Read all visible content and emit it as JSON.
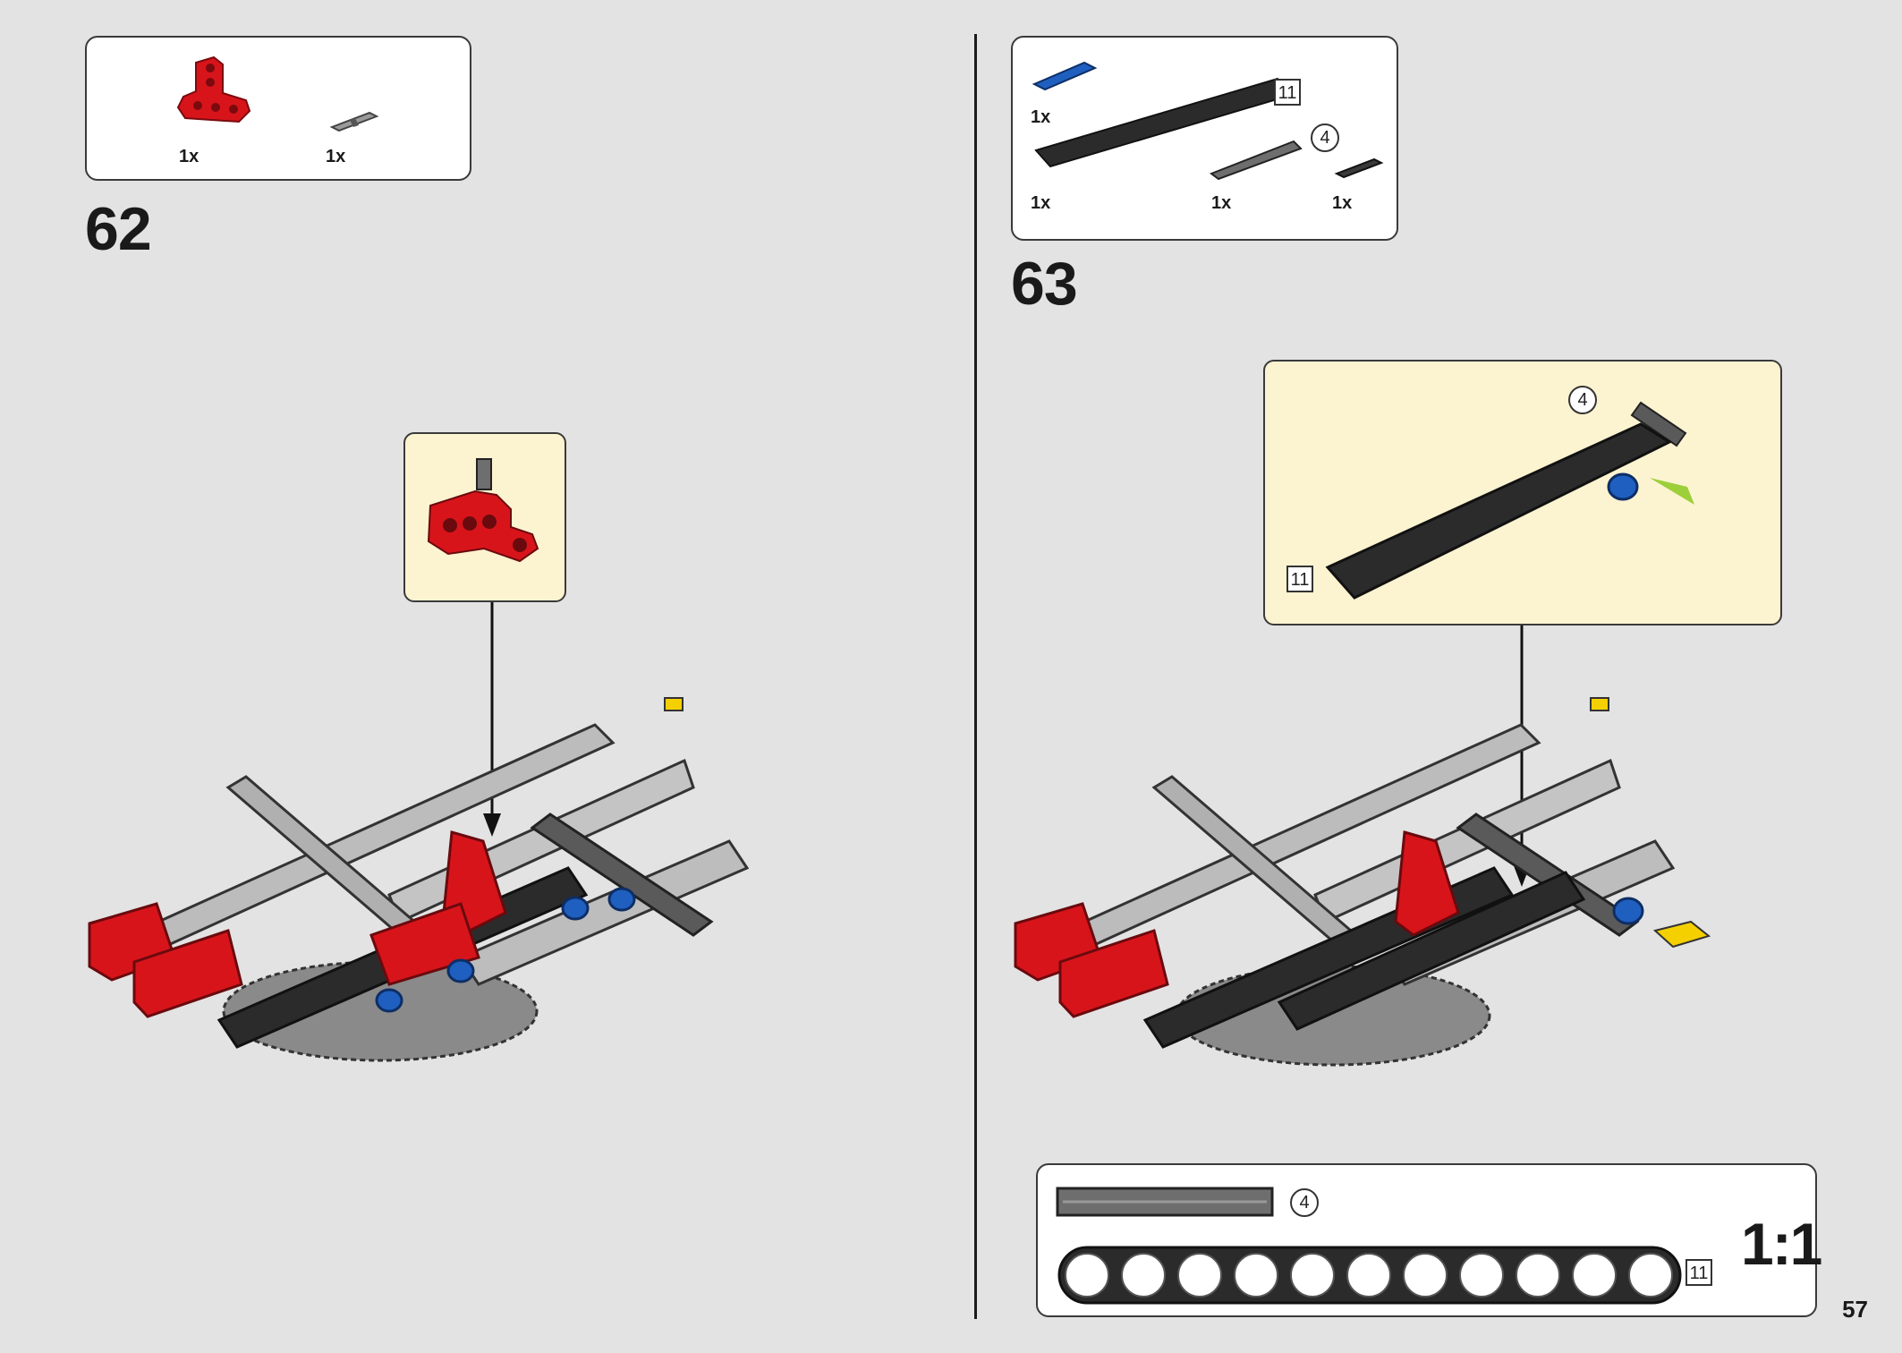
{
  "page": {
    "number": "57"
  },
  "steps": [
    {
      "number": "62",
      "parts": [
        {
          "qty": "1x",
          "icon": "red-t-beam-icon"
        },
        {
          "qty": "1x",
          "icon": "gray-pin-icon"
        }
      ]
    },
    {
      "number": "63",
      "parts": [
        {
          "qty": "1x",
          "icon": "blue-axle-pin-icon"
        },
        {
          "qty": "1x",
          "icon": "black-beam-11-icon",
          "length": "11"
        },
        {
          "qty": "1x",
          "icon": "gray-axle-4-icon",
          "length": "4"
        },
        {
          "qty": "1x",
          "icon": "black-pin-icon"
        }
      ],
      "callout": {
        "beam_length": "11",
        "axle_length": "4"
      }
    }
  ],
  "scale_box": {
    "label": "1:1",
    "axle_length": "4",
    "beam_length": "11"
  },
  "colors": {
    "background": "#e3e3e3",
    "callout": "#fcf3d0",
    "red": "#d8141b",
    "blue": "#1f5fbf",
    "beam_black": "#2b2b2b",
    "beam_gray": "#b8b8b8",
    "arrow_yellow": "#f5d000",
    "arrow_green": "#9ccf3a"
  }
}
